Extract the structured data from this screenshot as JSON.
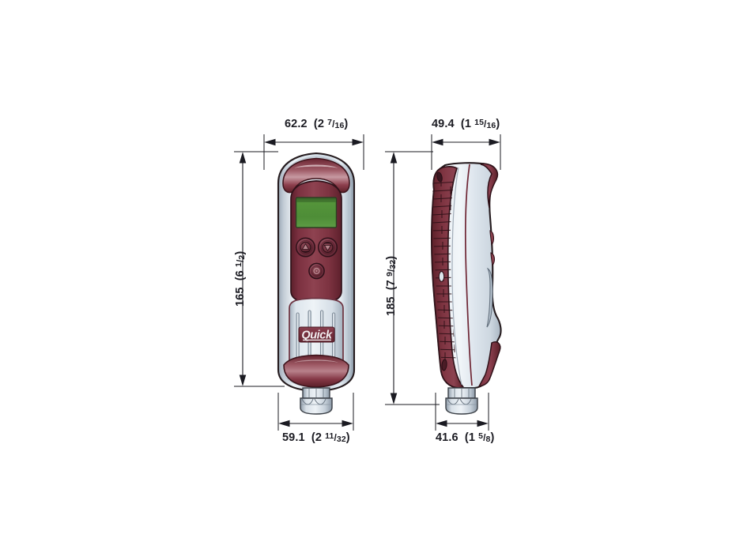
{
  "document": {
    "type": "technical-dimension-drawing",
    "subject": "Quick handheld remote control unit",
    "background_color": "#ffffff",
    "line_color": "#1b1b22"
  },
  "views": [
    {
      "id": "front-view",
      "name": "Front view",
      "brand_logo_text": "Quick",
      "display": {
        "name": "lcd-display",
        "color": "#4f8f38"
      },
      "buttons": [
        {
          "name": "up-button",
          "glyph": "▲"
        },
        {
          "name": "down-button",
          "glyph": "▼"
        },
        {
          "name": "power-button",
          "glyph": "◉"
        }
      ]
    },
    {
      "id": "side-view",
      "name": "Side view"
    }
  ],
  "dimensions": {
    "front_width_top": {
      "name": "front-top-width",
      "metric": "62.2",
      "imperial_whole": "2",
      "imperial_num": "7",
      "imperial_den": "16",
      "text": "62.2  (2 7/16)"
    },
    "front_height": {
      "name": "front-height",
      "metric": "165",
      "imperial_whole": "6",
      "imperial_num": "1",
      "imperial_den": "2",
      "text": "165  (6 1/2)"
    },
    "front_width_bottom": {
      "name": "front-bottom-width",
      "metric": "59.1",
      "imperial_whole": "2",
      "imperial_num": "11",
      "imperial_den": "32",
      "text": "59.1  (2 11/32)"
    },
    "side_width_top": {
      "name": "side-top-width",
      "metric": "49.4",
      "imperial_whole": "1",
      "imperial_num": "15",
      "imperial_den": "16",
      "text": "49.4  (1 15/16)"
    },
    "side_height": {
      "name": "side-height",
      "metric": "185",
      "imperial_whole": "7",
      "imperial_num": "9",
      "imperial_den": "32",
      "text": "185  (7 9/32)"
    },
    "side_width_bottom": {
      "name": "side-bottom-width",
      "metric": "41.6",
      "imperial_whole": "1",
      "imperial_num": "5",
      "imperial_den": "8",
      "text": "41.6  (1 5/8)"
    }
  },
  "colors": {
    "body_silver_light": "#f1f5f8",
    "body_silver_mid": "#c9d3dc",
    "body_silver_dark": "#9aa7b4",
    "accent_dark_red": "#6e2634",
    "accent_red_mid": "#8e3a48",
    "accent_red_light": "#b9757f",
    "lcd_green": "#4f8f38",
    "outline": "#241a1d"
  }
}
